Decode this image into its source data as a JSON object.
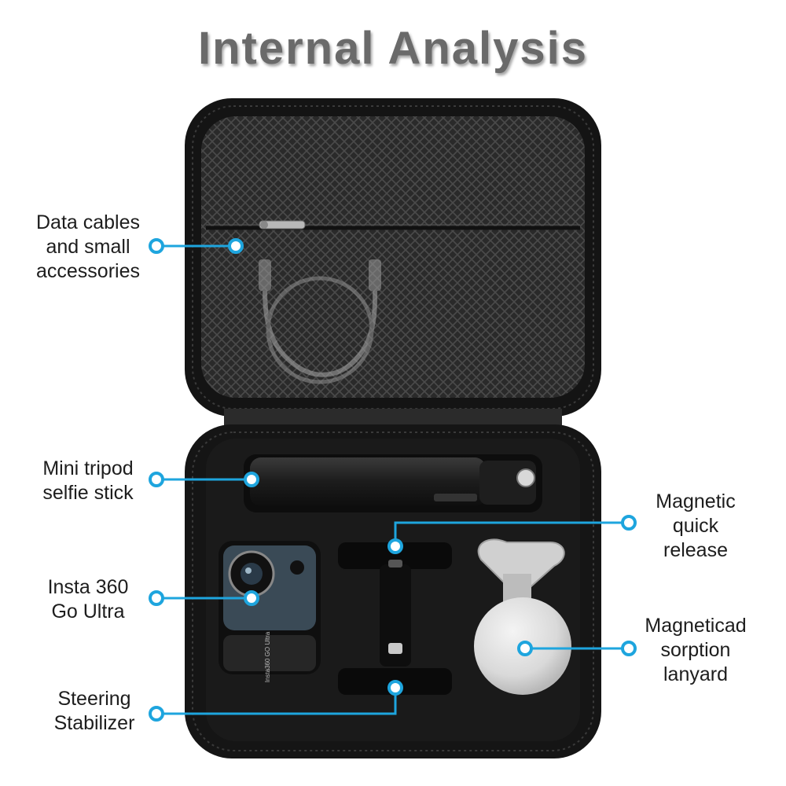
{
  "title": "Internal Analysis",
  "accent_color": "#1ea5de",
  "labels": {
    "data_cables": [
      "Data cables",
      "and small",
      "accessories"
    ],
    "mini_tripod": [
      "Mini tripod",
      "selfie stick"
    ],
    "insta360": [
      "Insta 360",
      "Go Ultra"
    ],
    "steering": [
      "Steering",
      "Stabilizer"
    ],
    "magnetic_quick": [
      "Magnetic",
      "quick",
      "release"
    ],
    "magnetic_lanyard": [
      "Magneticad",
      "sorption",
      "lanyard"
    ]
  },
  "camera_text": "Insta360 GO Ultra"
}
